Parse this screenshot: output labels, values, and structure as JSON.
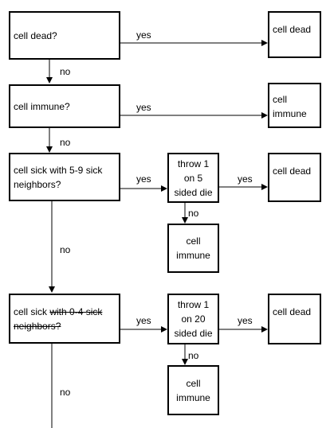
{
  "boxes": {
    "dead_q": "cell dead?",
    "dead_result": "cell dead",
    "immune_q": "cell immune?",
    "immune_result": "cell immune",
    "sick_5_9_q": "cell sick with 5-9 sick neighbors?",
    "throw_5": "throw 1 on 5 sided die",
    "dead_result_2": "cell dead",
    "immune_result_2": "cell immune",
    "sick_q_prefix": "cell sick ",
    "sick_q_struck": "with 0-4 sick neighbors?",
    "throw_20": "throw 1 on 20 sided die",
    "dead_result_3": "cell dead",
    "immune_result_3": "cell immune"
  },
  "edges": {
    "yes_1": "yes",
    "no_1": "no",
    "yes_2": "yes",
    "no_2": "no",
    "yes_3a": "yes",
    "yes_3b": "yes",
    "no_3a": "no",
    "no_3b": "no",
    "yes_4a": "yes",
    "yes_4b": "yes",
    "no_4a": "no",
    "no_4b": "no"
  }
}
